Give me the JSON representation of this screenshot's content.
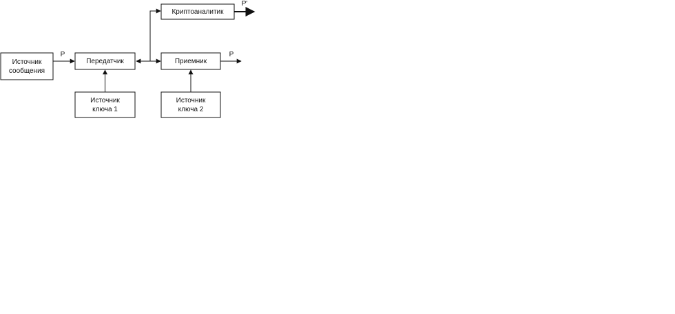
{
  "diagram": {
    "nodes": {
      "message_source": {
        "lines": [
          "Источник",
          "сообщения"
        ]
      },
      "transmitter": {
        "lines": [
          "Передатчик"
        ]
      },
      "cryptanalyst": {
        "lines": [
          "Криптоаналитик"
        ]
      },
      "receiver": {
        "lines": [
          "Приемник"
        ]
      },
      "key_source_1": {
        "lines": [
          "Источник",
          "ключа 1"
        ]
      },
      "key_source_2": {
        "lines": [
          "Источник",
          "ключа 2"
        ]
      }
    },
    "edge_labels": {
      "source_to_transmitter": "P",
      "receiver_output": "P",
      "cryptanalyst_output": "P'"
    }
  },
  "colors": {
    "line": "#111111",
    "box_fill": "#ffffff",
    "text": "#111111"
  }
}
